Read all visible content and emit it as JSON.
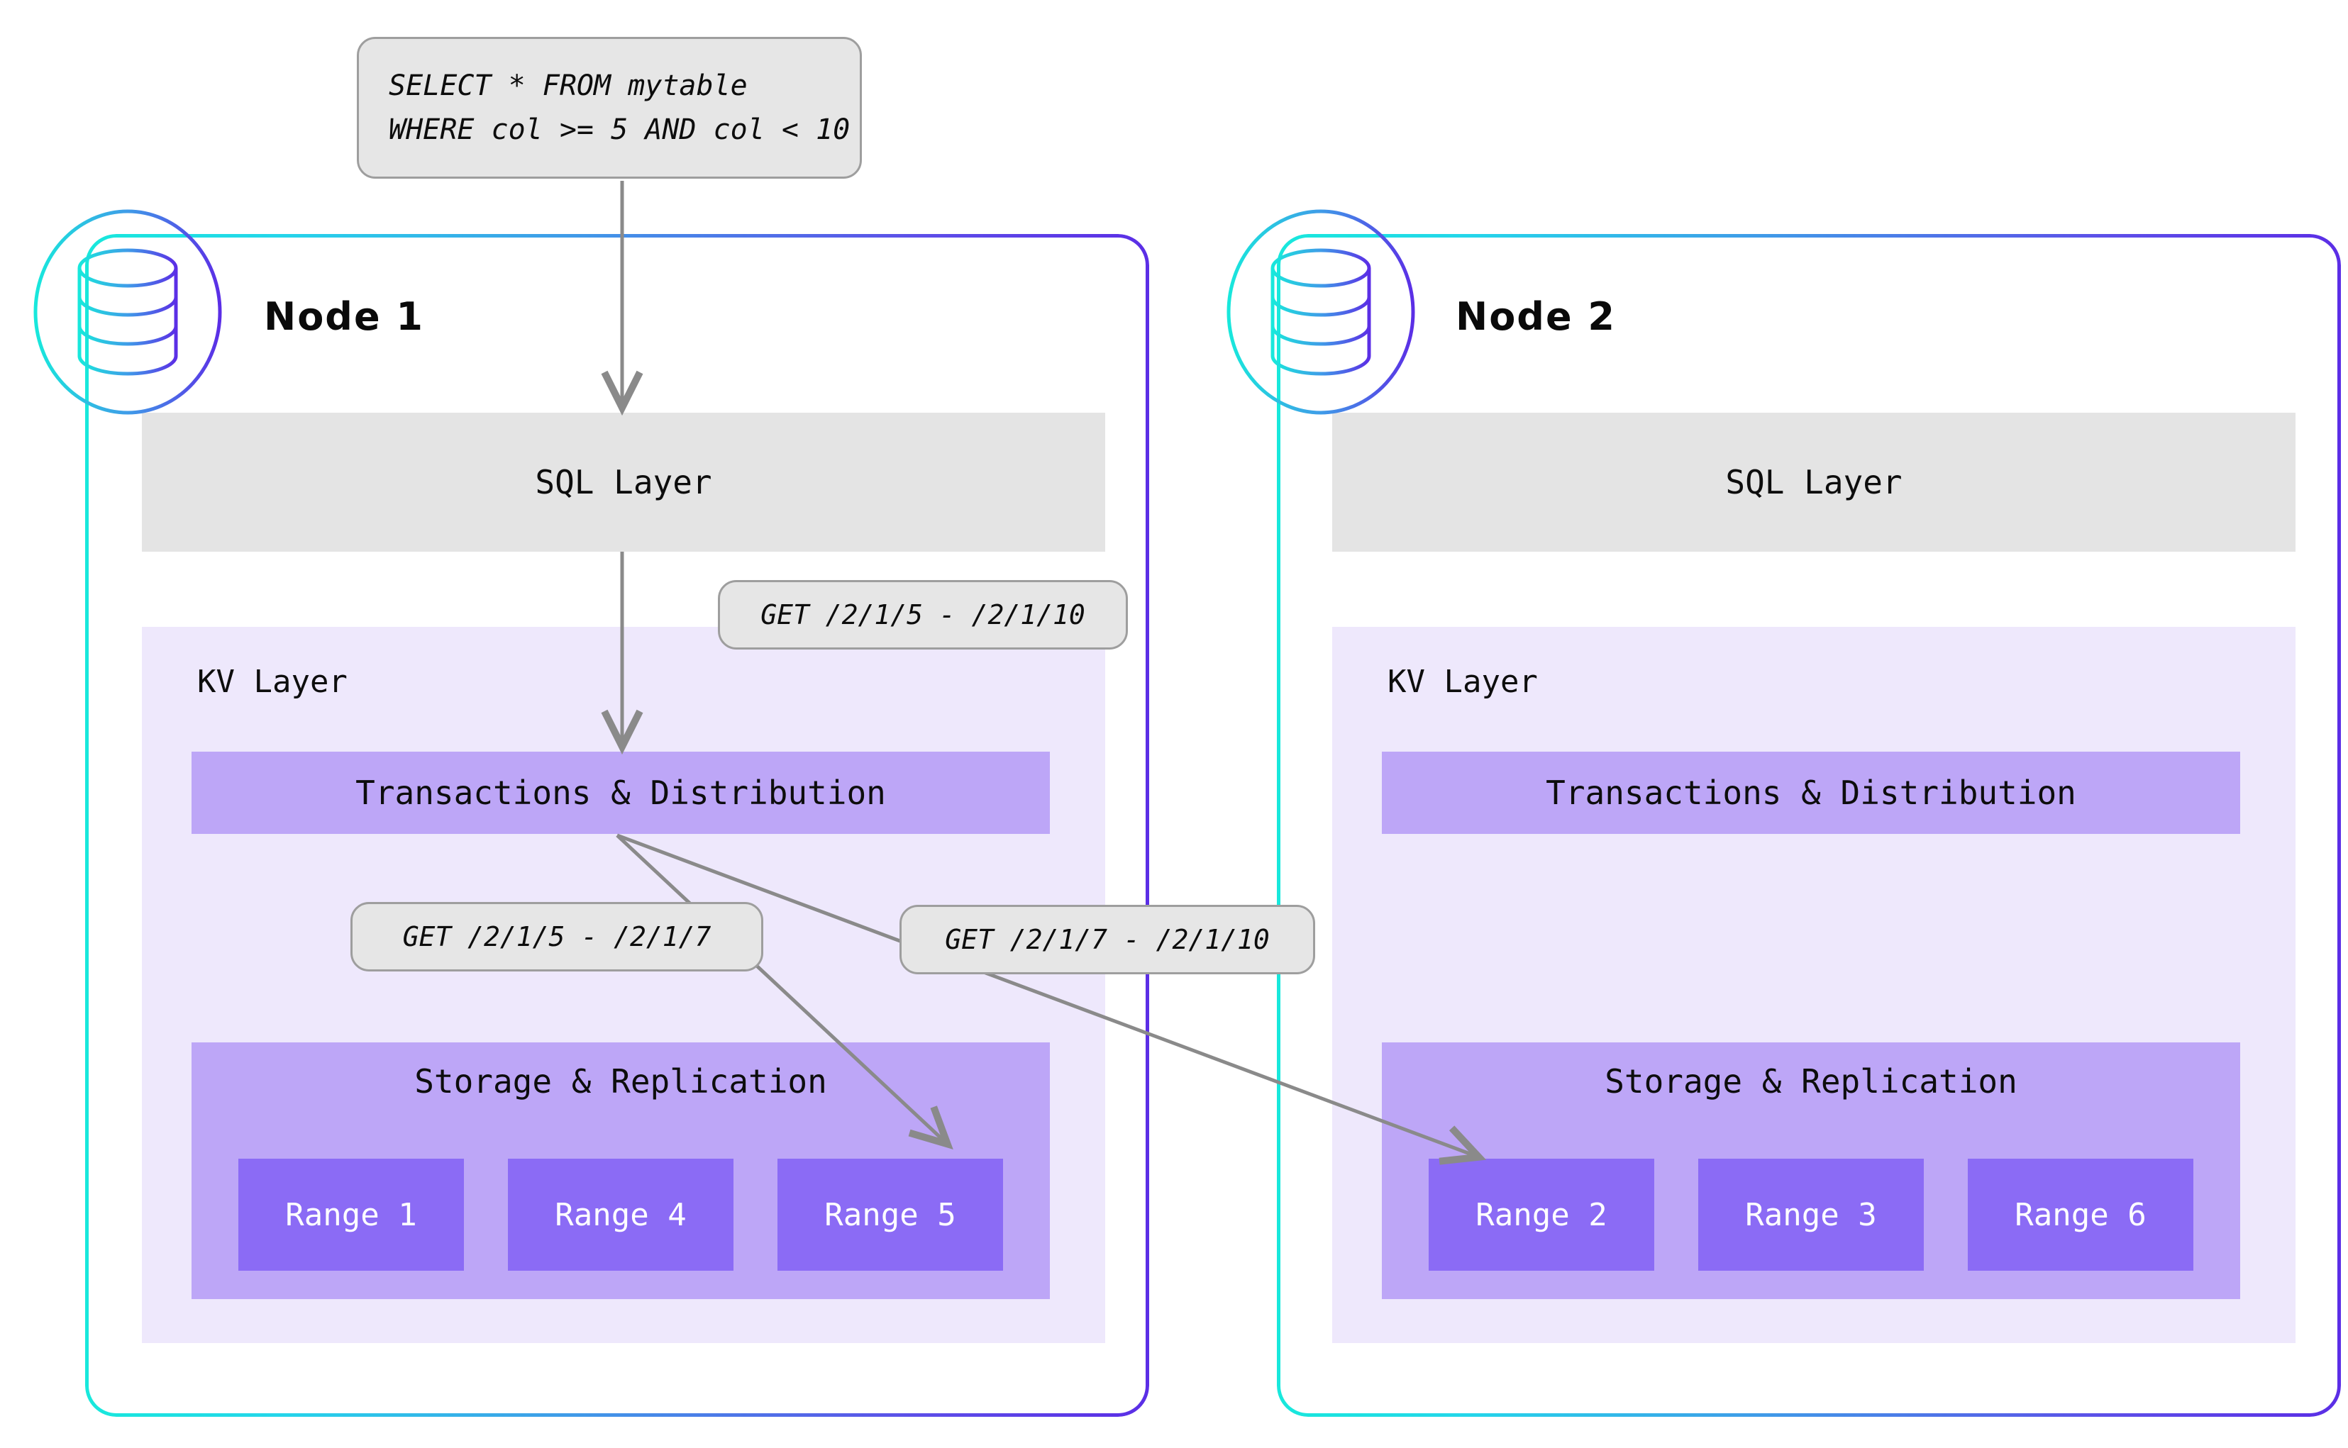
{
  "query_callout": {
    "name": "sql-query-callout",
    "lines": [
      "SELECT * FROM mytable",
      "WHERE col >= 5 AND col < 10"
    ]
  },
  "colors": {
    "node_border_start": "#18e8dc",
    "node_border_end": "#5b2ee6",
    "sql_layer_bg": "#e4e4e4",
    "kv_layer_bg": "#eee8fc",
    "txn_box_bg": "#bda6f7",
    "storage_box_bg": "#bda6f7",
    "range_box_bg": "#8b6bf5",
    "callout_bg": "#e6e6e6",
    "callout_border": "#9e9e9e",
    "arrow": "#8a8a8a",
    "range_text": "#ffffff",
    "text": "#0d0d0d"
  },
  "nodes": [
    {
      "id": "node-1",
      "title": "Node 1",
      "icon": "database-icon",
      "sql_layer": {
        "label": "SQL Layer"
      },
      "kv_layer": {
        "label": "KV Layer"
      },
      "txn_box": {
        "label": "Transactions & Distribution"
      },
      "storage_box": {
        "label": "Storage & Replication"
      },
      "ranges": [
        {
          "label": "Range 1"
        },
        {
          "label": "Range 4"
        },
        {
          "label": "Range 5"
        }
      ]
    },
    {
      "id": "node-2",
      "title": "Node 2",
      "icon": "database-icon",
      "sql_layer": {
        "label": "SQL Layer"
      },
      "kv_layer": {
        "label": "KV Layer"
      },
      "txn_box": {
        "label": "Transactions & Distribution"
      },
      "storage_box": {
        "label": "Storage & Replication"
      },
      "ranges": [
        {
          "label": "Range 2"
        },
        {
          "label": "Range 3"
        },
        {
          "label": "Range 6"
        }
      ]
    }
  ],
  "callouts": [
    {
      "id": "get-full-range",
      "label": "GET /2/1/5 - /2/1/10"
    },
    {
      "id": "get-lower-range",
      "label": "GET /2/1/5 - /2/1/7"
    },
    {
      "id": "get-upper-range",
      "label": "GET /2/1/7 - /2/1/10"
    }
  ],
  "arrows": [
    {
      "id": "query-to-sql-layer",
      "from": "sql-query-callout",
      "to": "node-1-sql-layer"
    },
    {
      "id": "sql-to-txn",
      "from": "node-1-sql-layer",
      "to": "node-1-txn-box"
    },
    {
      "id": "txn-to-range-5",
      "from": "node-1-txn-box",
      "to": "node-1-range-5"
    },
    {
      "id": "txn-to-range-2",
      "from": "node-1-txn-box",
      "to": "node-2-range-2"
    }
  ]
}
